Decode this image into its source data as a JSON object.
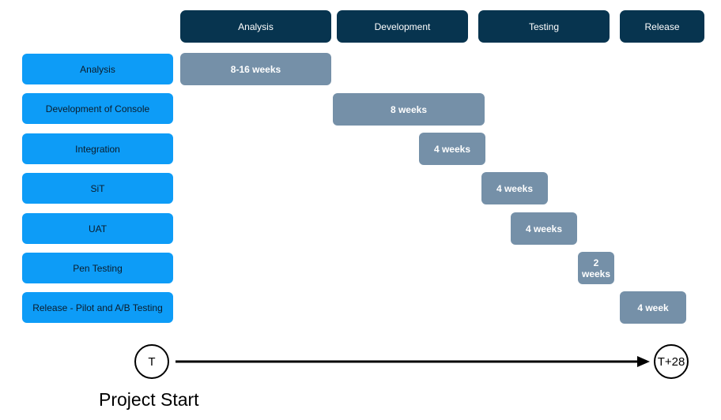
{
  "phases": [
    "Analysis",
    "Development",
    "Testing",
    "Release"
  ],
  "tasks": [
    {
      "label": "Analysis",
      "duration": "8-16 weeks"
    },
    {
      "label": "Development of Console",
      "duration": "8 weeks"
    },
    {
      "label": "Integration",
      "duration": "4 weeks"
    },
    {
      "label": "SiT",
      "duration": "4 weeks"
    },
    {
      "label": "UAT",
      "duration": "4 weeks"
    },
    {
      "label": "Pen Testing",
      "duration": "2 weeks"
    },
    {
      "label": "Release - Pilot and A/B Testing",
      "duration": "4 week"
    }
  ],
  "timeline": {
    "start_label": "T",
    "end_label": "T+28",
    "caption": "Project Start"
  },
  "colors": {
    "phase_header": "#07344f",
    "task_label": "#0d9cf7",
    "duration_bar": "#7590a8"
  }
}
